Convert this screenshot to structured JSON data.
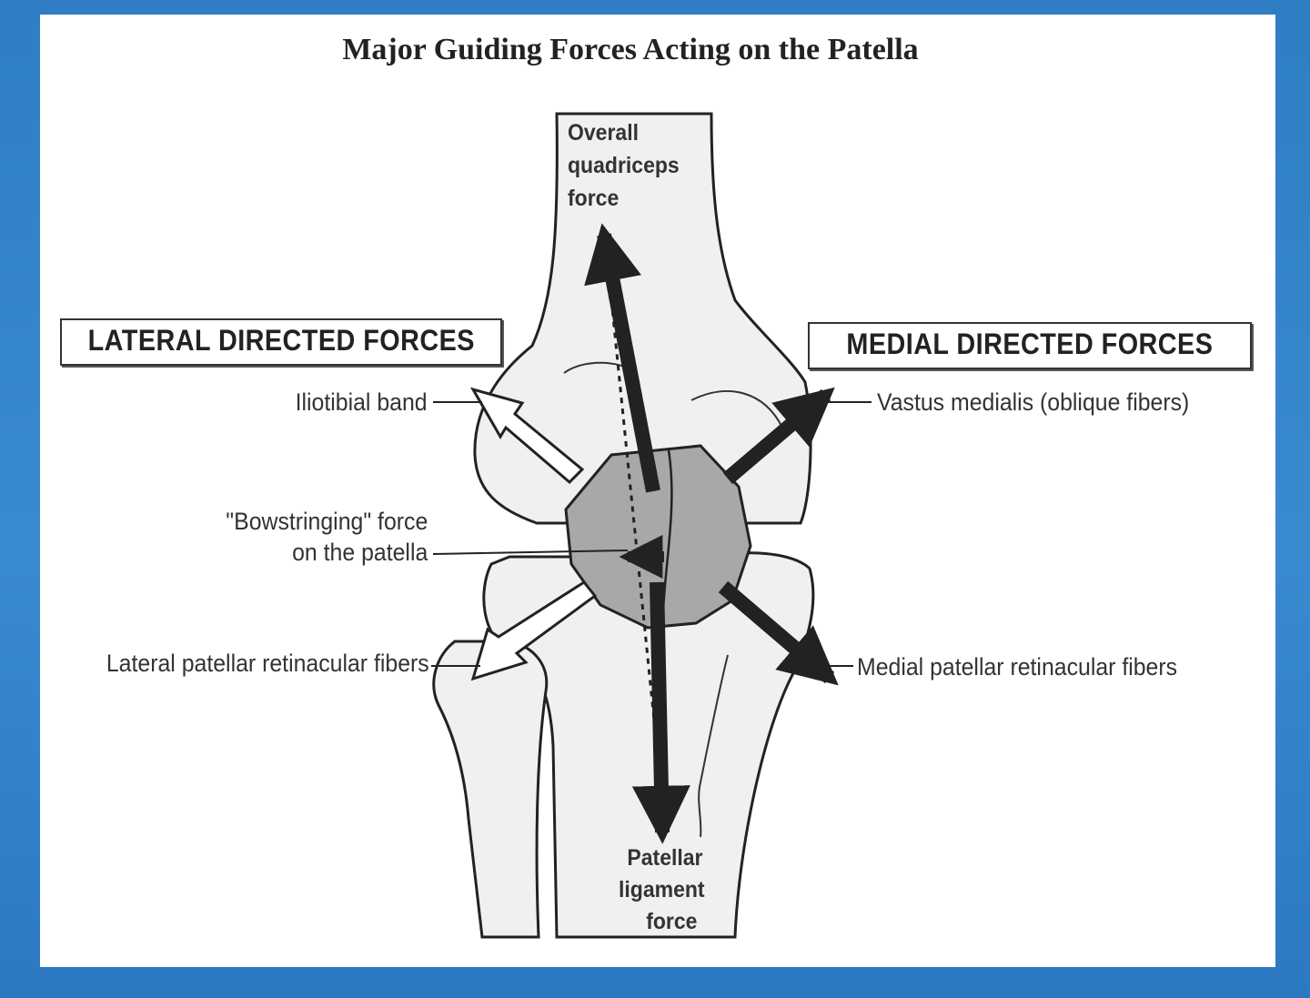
{
  "title": "Major Guiding Forces Acting on the Patella",
  "boxes": {
    "lateral": "LATERAL DIRECTED FORCES",
    "medial": "MEDIAL DIRECTED FORCES"
  },
  "labels": {
    "quadriceps": [
      "Overall",
      "quadriceps",
      "force"
    ],
    "iliotibial": "Iliotibial band",
    "bowstring": [
      "\"Bowstringing\" force",
      "on the patella"
    ],
    "lateral_retinacular": "Lateral patellar retinacular fibers",
    "vastus": "Vastus medialis (oblique fibers)",
    "medial_retinacular": "Medial patellar retinacular fibers",
    "ligament": [
      "Patellar",
      "ligament",
      "force"
    ]
  },
  "colors": {
    "background": "#2f7ec4",
    "panel": "#ffffff",
    "ink": "#222222",
    "bone_fill": "#f1f1f1",
    "patella_fill": "#a6a6a6"
  }
}
